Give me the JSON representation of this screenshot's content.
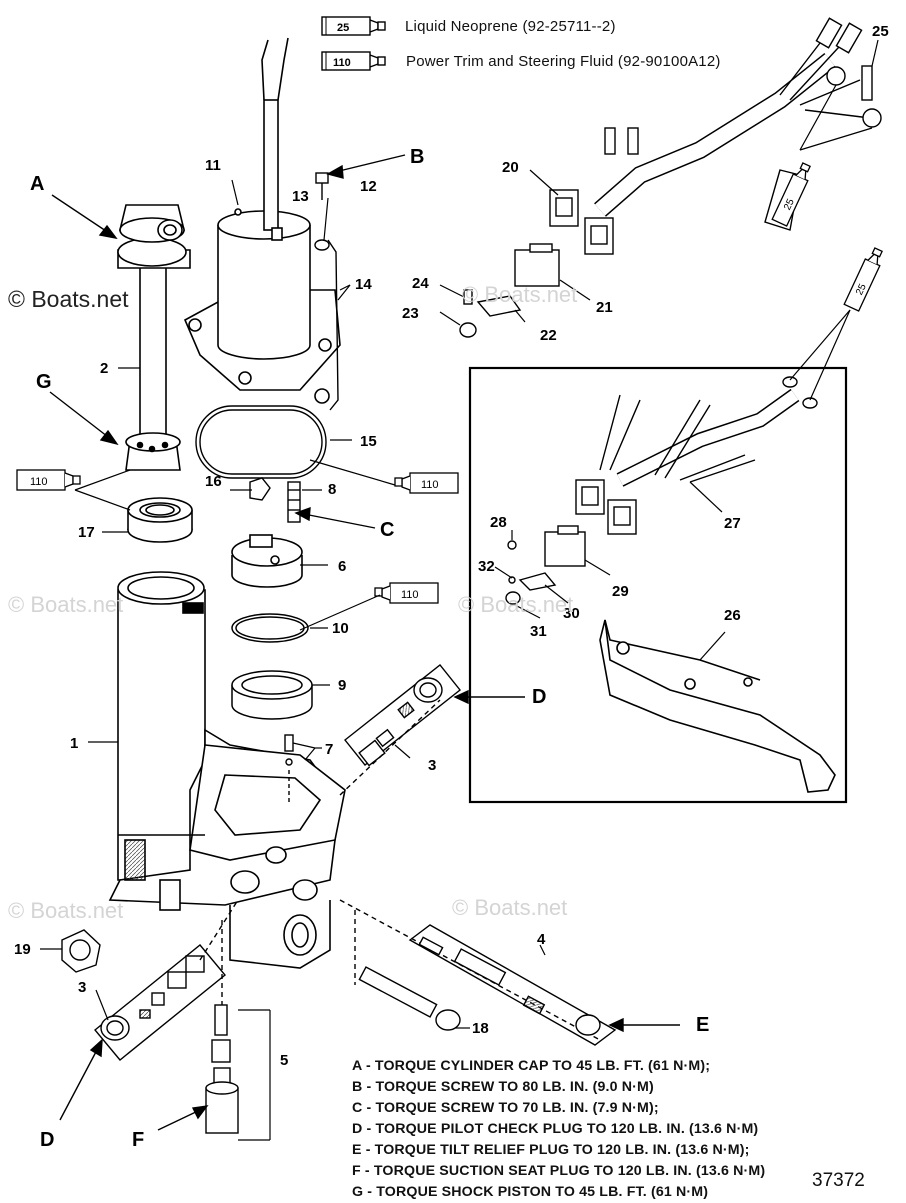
{
  "legend": [
    {
      "code": "25",
      "text": "Liquid Neoprene (92-25711--2)"
    },
    {
      "code": "110",
      "text": "Power Trim  and Steering Fluid (92-90100A12)"
    }
  ],
  "watermark": "© Boats.net",
  "part_labels": [
    "1",
    "2",
    "3",
    "3",
    "4",
    "5",
    "6",
    "7",
    "8",
    "9",
    "10",
    "11",
    "12",
    "13",
    "14",
    "15",
    "16",
    "17",
    "18",
    "19",
    "20",
    "21",
    "22",
    "23",
    "24",
    "25",
    "26",
    "27",
    "28",
    "29",
    "30",
    "31",
    "32"
  ],
  "torque_letters": [
    "A",
    "B",
    "C",
    "D",
    "D",
    "E",
    "F",
    "G"
  ],
  "sealant_tubes": [
    "25",
    "25",
    "110",
    "110",
    "110"
  ],
  "notes": [
    "A - TORQUE CYLINDER CAP TO 45 LB. FT. (61 N·M);",
    "B - TORQUE SCREW TO 80 LB. IN. (9.0 N·M)",
    "C - TORQUE SCREW TO 70 LB. IN. (7.9 N·M);",
    "D - TORQUE PILOT CHECK PLUG TO 120 LB. IN. (13.6 N·M)",
    "E - TORQUE TILT RELIEF PLUG TO 120 LB. IN. (13.6 N·M);",
    "F - TORQUE SUCTION SEAT PLUG TO 120 LB. IN. (13.6 N·M)",
    "G - TORQUE SHOCK PISTON TO 45 LB. FT. (61 N·M)"
  ],
  "diagram_number": "37372"
}
